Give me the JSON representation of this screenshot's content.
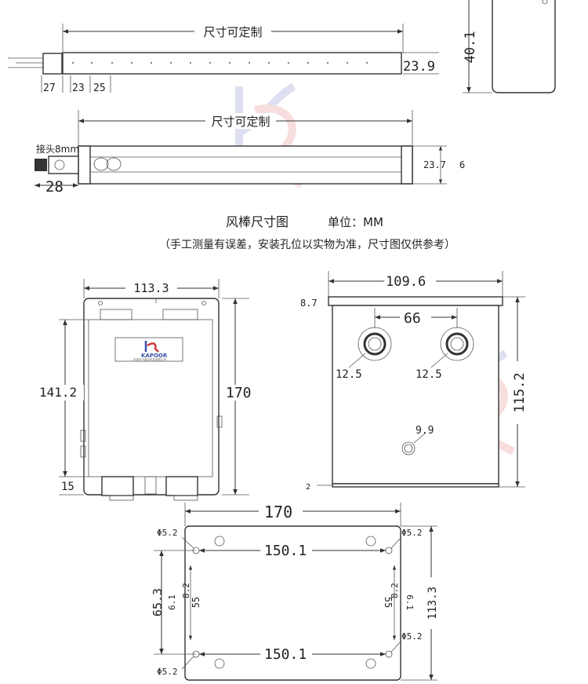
{
  "colors": {
    "watermark_blue": "#c9cbe8",
    "watermark_red": "#f3c9c9",
    "line": "#333333",
    "logo_blue": "#3a4fa8",
    "logo_red": "#d23a3a"
  },
  "bar_view": {
    "length_label": "尺寸可定制",
    "height": "23.9",
    "connector_length": "27",
    "first_hole_offset": "23",
    "hole_pitch": "25"
  },
  "bar_top_view": {
    "length_label": "尺寸可定制",
    "connector_label": "接头8mm",
    "connector_depth": "28",
    "width": "23.7",
    "inner": "6"
  },
  "small_side_view": {
    "height": "40.1"
  },
  "caption": {
    "title": "风棒尺寸图",
    "unit": "单位：MM",
    "note": "（手工测量有误差，安装孔位以实物为准，尺寸图仅供参考）"
  },
  "front_view": {
    "top_width": "113.3",
    "inner_height": "141.2",
    "total_height": "170",
    "bottom": "15",
    "logo_text": "KAPOOR",
    "logo_sub": "东莞市卡普尔科技有限公司"
  },
  "side_view": {
    "width": "109.6",
    "top_plate": "8.7",
    "hole_spacing": "66",
    "left_hole": "12.5",
    "right_hole": "12.5",
    "small_hole": "9.9",
    "height": "115.2",
    "bottom_plate": "2"
  },
  "bottom_view": {
    "total_width": "170",
    "hole_top_left": "Φ5.2",
    "hole_top_right": "Φ5.2",
    "hole_bottom_left": "Φ5.2",
    "hole_bottom_right": "Φ5.2",
    "top_spacing": "150.1",
    "bottom_spacing": "150.1",
    "left_outer": "65.3",
    "left_a": "6.1",
    "left_b": "55",
    "left_c": "8.2",
    "right_a": "8.2",
    "right_b": "55",
    "right_c": "6.1",
    "total_height": "113.3"
  }
}
